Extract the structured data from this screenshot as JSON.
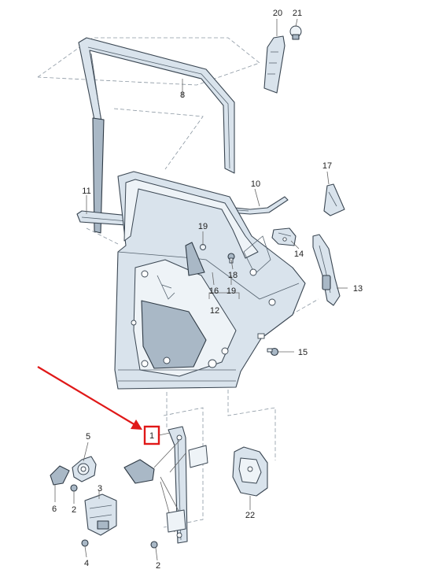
{
  "callouts": {
    "c1": "1",
    "c2a": "2",
    "c2b": "2",
    "c3": "3",
    "c4": "4",
    "c5": "5",
    "c6": "6",
    "c8": "8",
    "c10": "10",
    "c11": "11",
    "c12": "12",
    "c13": "13",
    "c14": "14",
    "c15": "15",
    "c16": "16",
    "c17": "17",
    "c18": "18",
    "c19a": "19",
    "c19b": "19",
    "c20": "20",
    "c21": "21",
    "c22": "22"
  },
  "highlight": {
    "color": "#e01818",
    "target": "1"
  },
  "colors": {
    "part_fill": "#d9e3ec",
    "outline": "#3a4652"
  }
}
